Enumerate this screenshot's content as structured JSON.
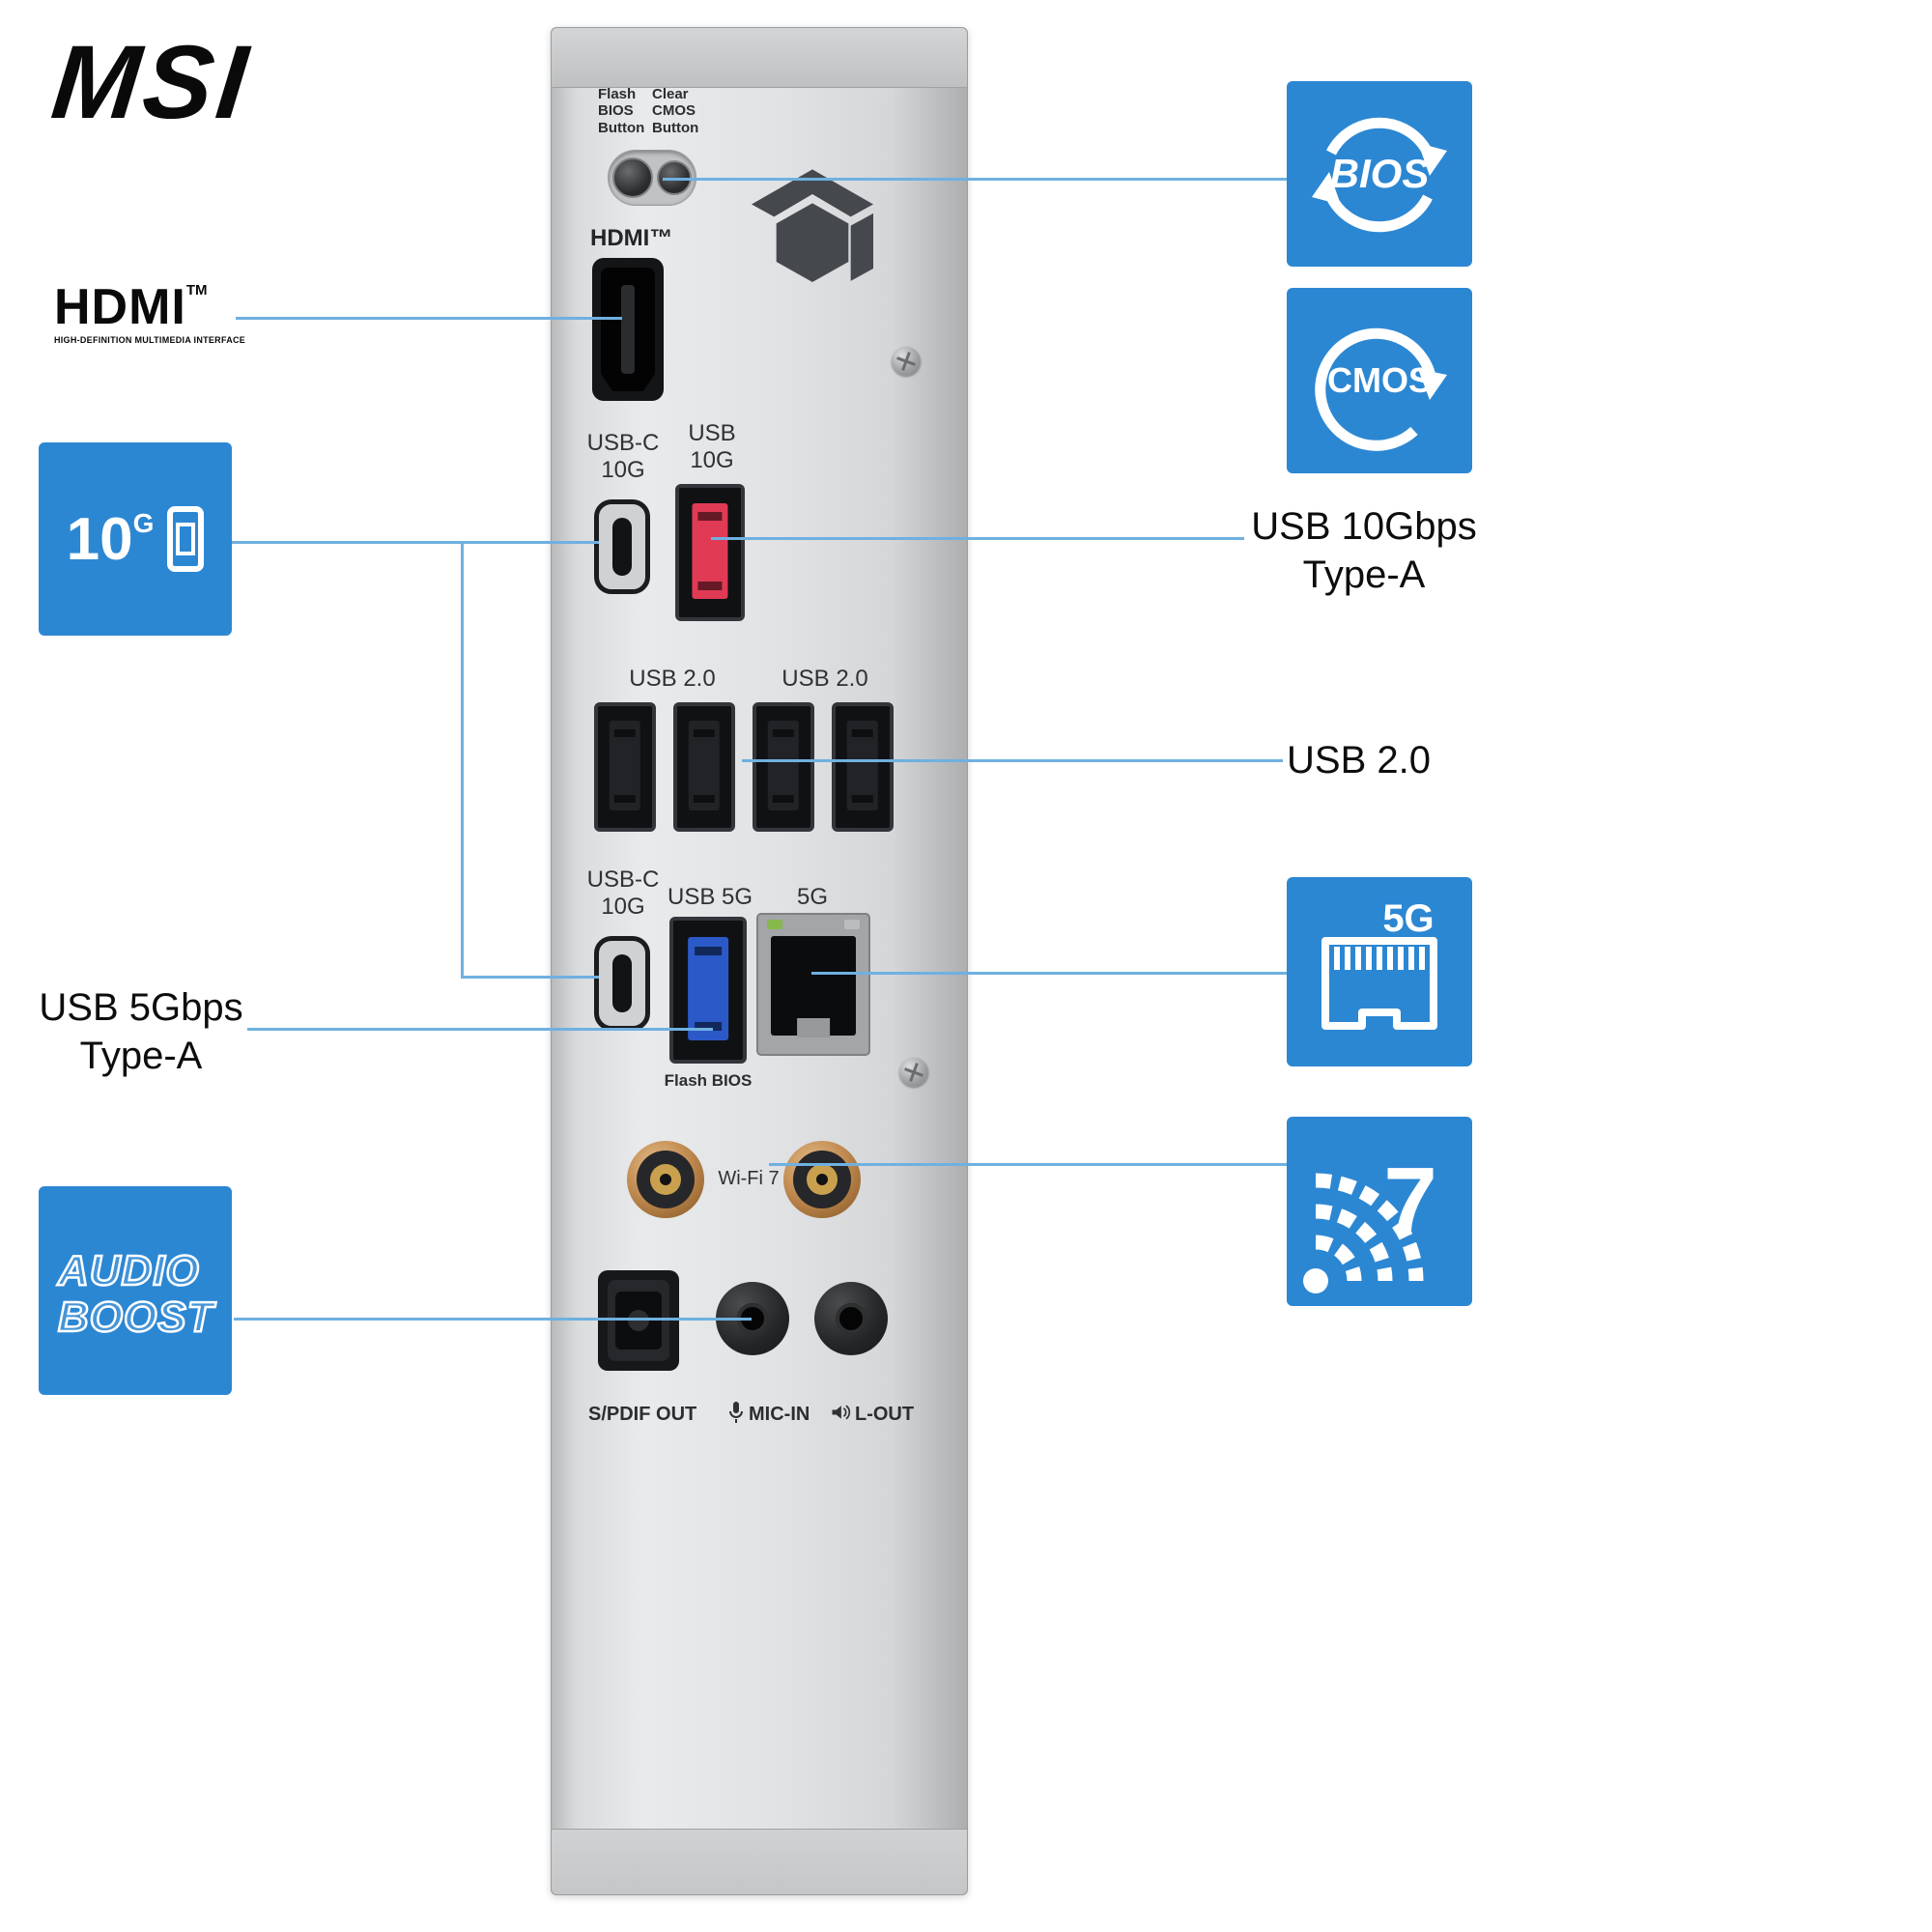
{
  "brand": {
    "logo_text": "MSI"
  },
  "panel": {
    "flash_bios_button_label": "Flash\nBIOS\nButton",
    "clear_cmos_button_label": "Clear\nCMOS\nButton",
    "hdmi_label": "HDMI™",
    "usbc_10g_top_label": "USB-C\n10G",
    "usb_10g_label": "USB\n10G",
    "usb20_label_left": "USB 2.0",
    "usb20_label_right": "USB 2.0",
    "usbc_10g_bottom_label": "USB-C\n10G",
    "usb_5g_label": "USB 5G",
    "lan_5g_label": "5G",
    "flash_bios_port_label": "Flash BIOS",
    "wifi_label": "Wi-Fi 7",
    "spdif_label": "S/PDIF OUT",
    "mic_label": "MIC-IN",
    "lout_label": "L-OUT"
  },
  "annotations": {
    "left": {
      "hdmi_logo": {
        "title": "HDMI",
        "tm": "TM",
        "subtitle": "HIGH-DEFINITION MULTIMEDIA INTERFACE"
      },
      "usb10g_badge": {
        "number": "10",
        "sup": "G"
      },
      "usb5g_text": "USB 5Gbps\nType-A",
      "audio_boost": {
        "line1": "AUDIO",
        "line2": "BOOST"
      }
    },
    "right": {
      "bios_badge": "BIOS",
      "cmos_badge": "CMOS",
      "usb10g_text": "USB 10Gbps\nType-A",
      "usb20_text": "USB 2.0",
      "lan_badge": "5G",
      "wifi_badge": "7"
    }
  },
  "colors": {
    "accent_blue": "#2c87d3",
    "line_blue": "#6fb0e0",
    "usb_red": "#e13a55",
    "usb_blue": "#2b59c8",
    "panel_silver": "#d9dbdd"
  }
}
